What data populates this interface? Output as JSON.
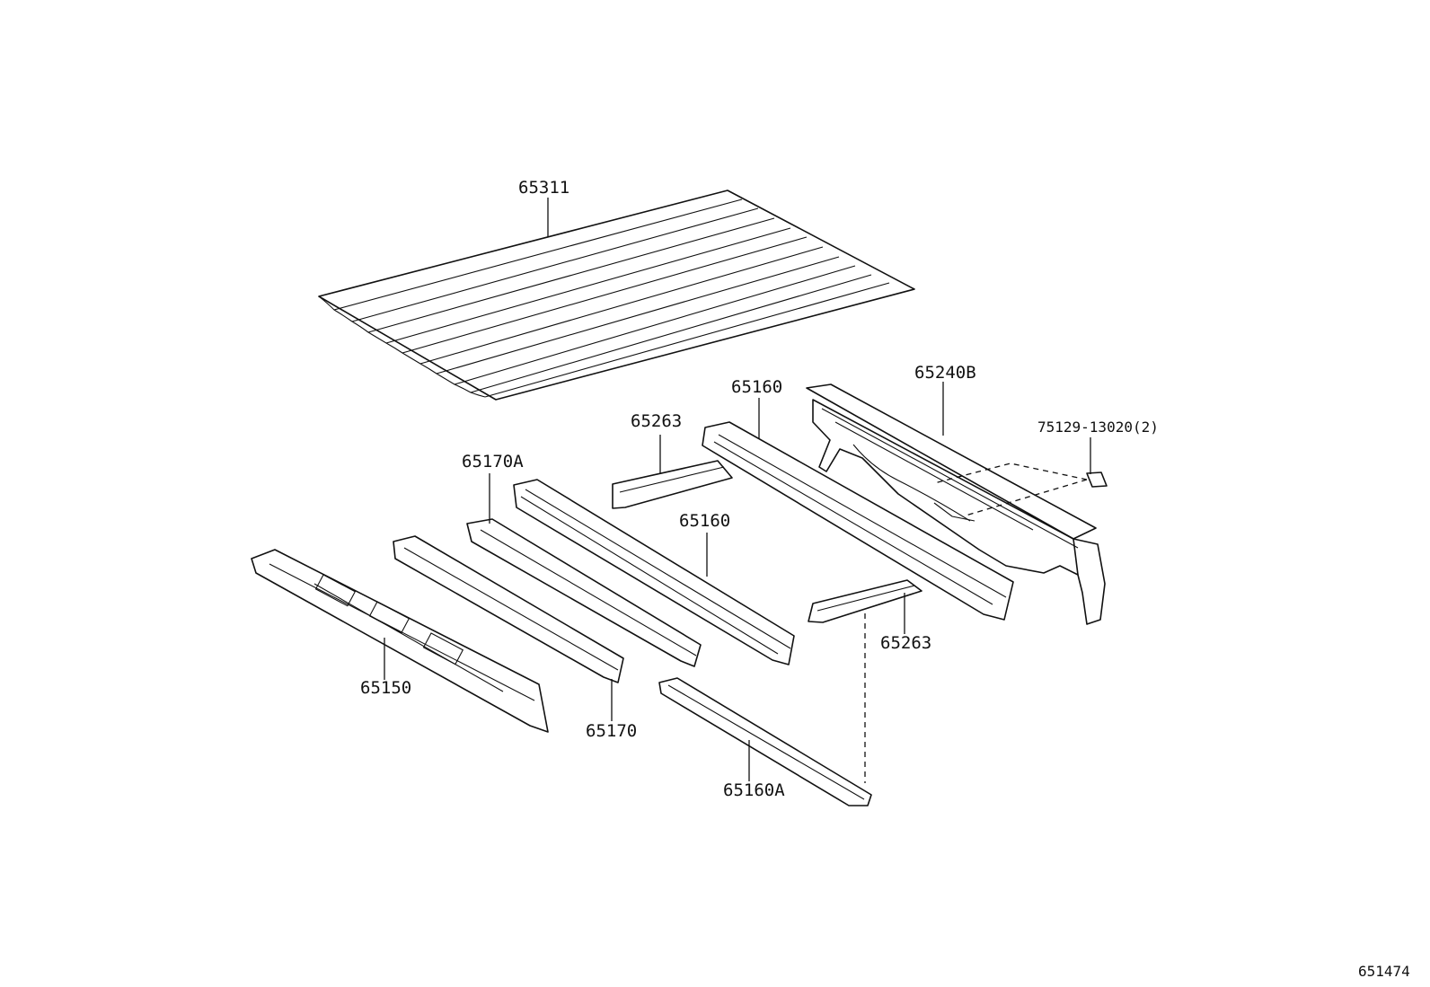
{
  "diagram": {
    "parts": [
      {
        "id": "p65311",
        "label": "65311"
      },
      {
        "id": "p65240B",
        "label": "65240B"
      },
      {
        "id": "p65160_top",
        "label": "65160"
      },
      {
        "id": "p75129",
        "label": "75129-13020(2)"
      },
      {
        "id": "p65263_top",
        "label": "65263"
      },
      {
        "id": "p65170A",
        "label": "65170A"
      },
      {
        "id": "p65160_mid",
        "label": "65160"
      },
      {
        "id": "p65263_bot",
        "label": "65263"
      },
      {
        "id": "p65150",
        "label": "65150"
      },
      {
        "id": "p65170",
        "label": "65170"
      },
      {
        "id": "p65160A",
        "label": "65160A"
      }
    ],
    "figure_id": "651474"
  }
}
